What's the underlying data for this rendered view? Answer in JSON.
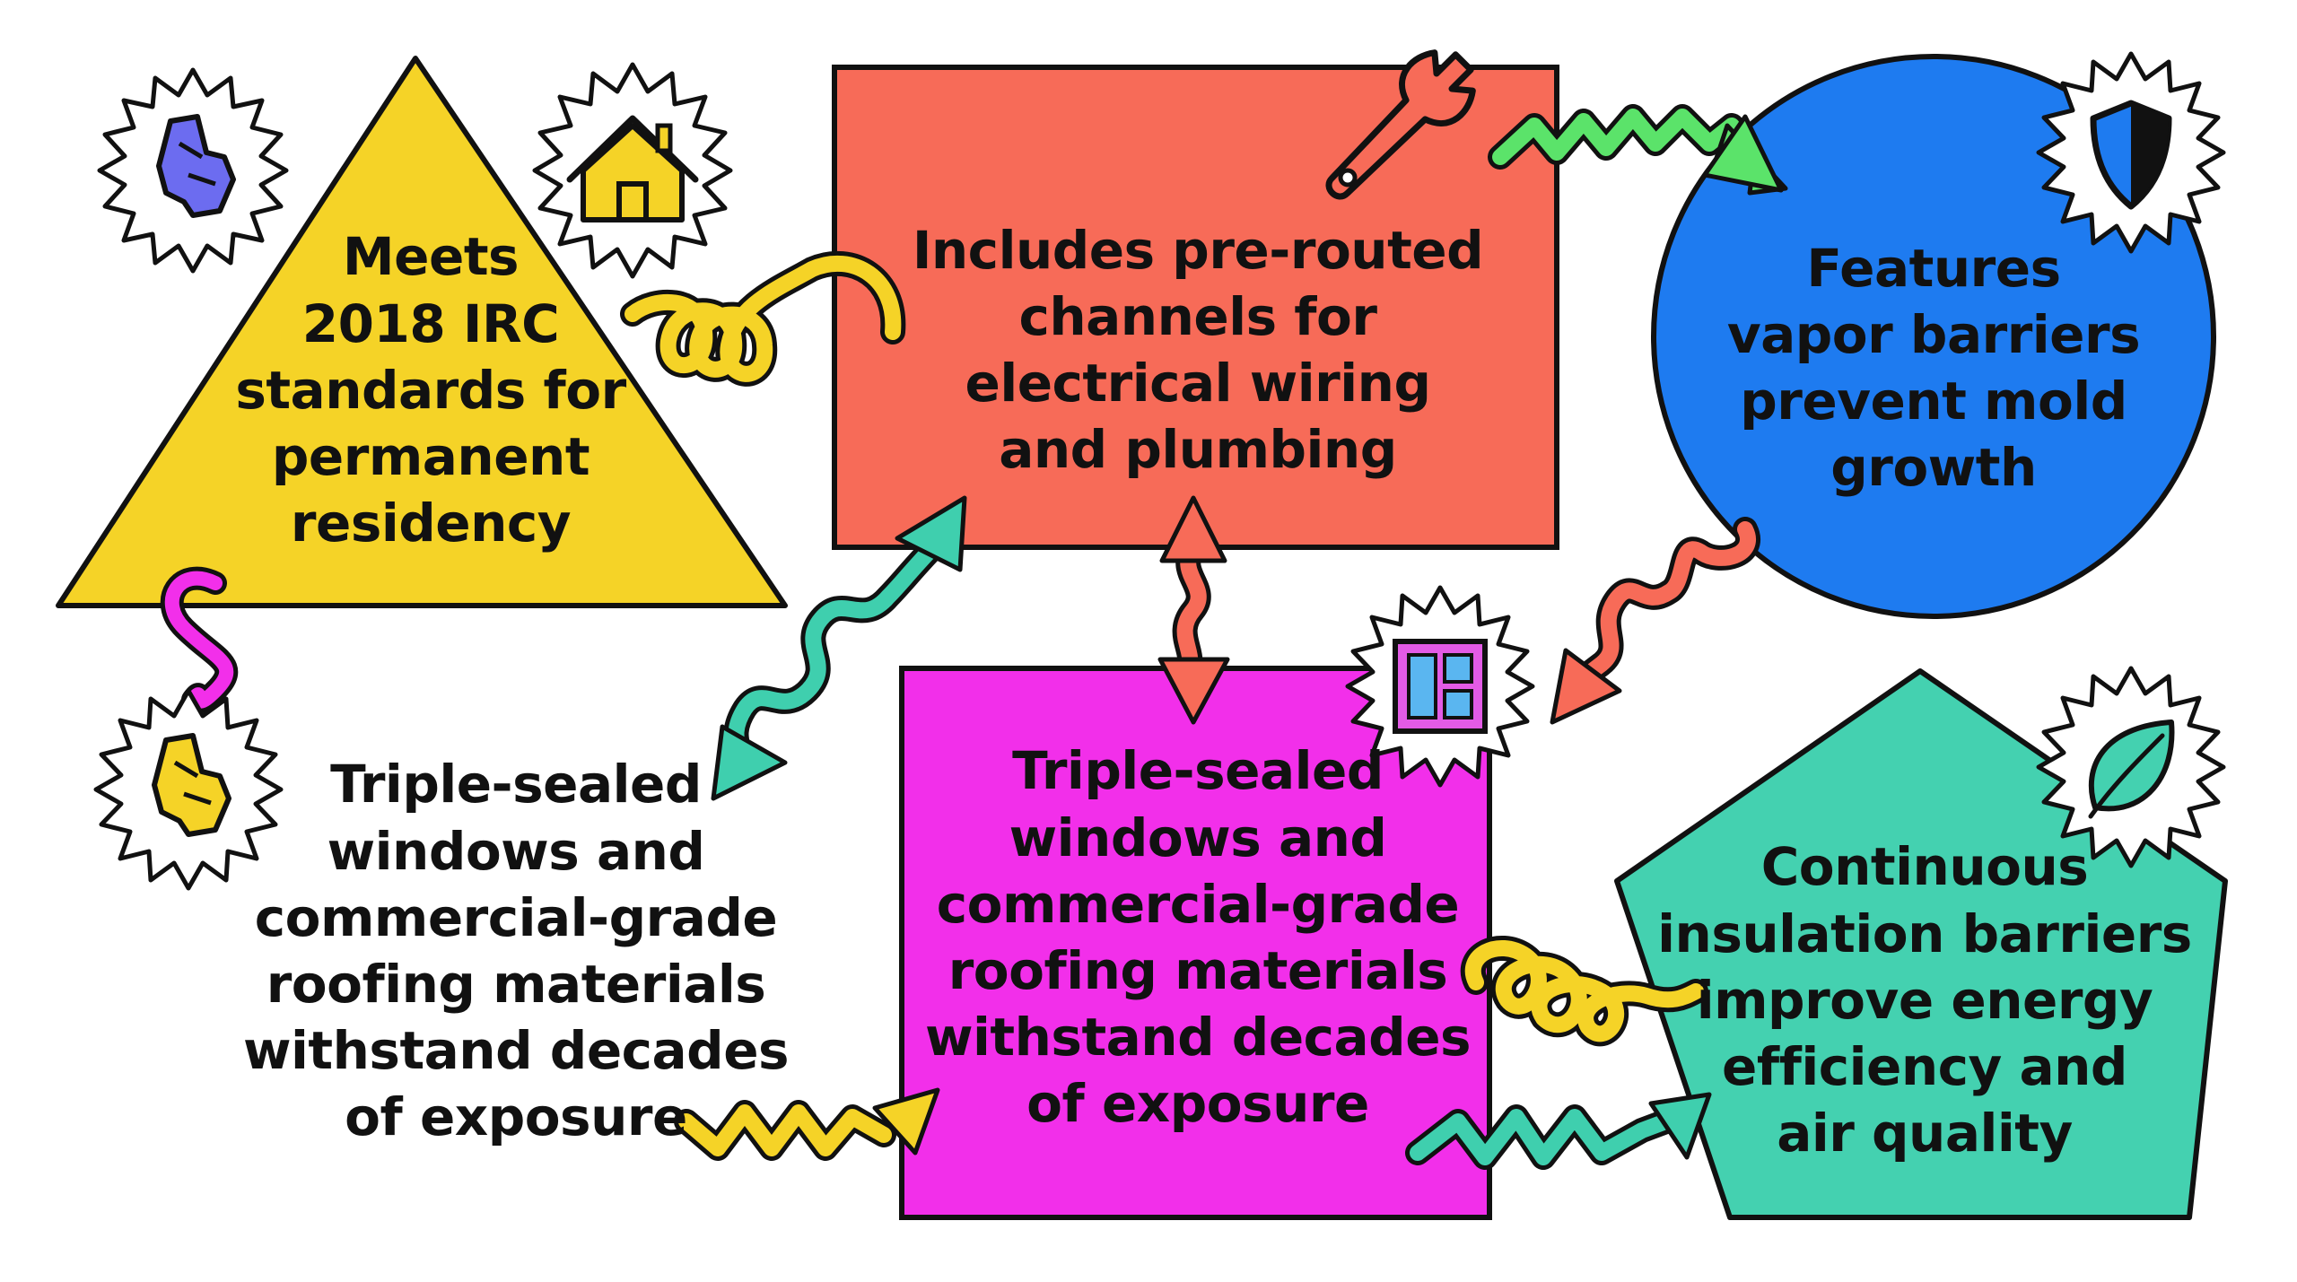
{
  "nodes": {
    "triangle": {
      "text": "Meets\n2018 IRC\nstandards for\npermanent\nresidency",
      "color": "#F5D327"
    },
    "rect": {
      "text": "Includes pre-routed\nchannels for\nelectrical wiring\nand plumbing",
      "color": "#F76B58"
    },
    "circle": {
      "text": "Features\nvapor barriers\nprevent mold\ngrowth",
      "color": "#1E7BF0"
    },
    "free": {
      "text": "Triple-sealed\nwindows and\ncommercial-grade\nroofing materials\nwithstand decades\nof exposure"
    },
    "magenta": {
      "text": "Triple-sealed\nwindows and\ncommercial-grade\nroofing materials\nwithstand decades\nof exposure",
      "color": "#F22FEA"
    },
    "pentagon": {
      "text": "Continuous\ninsulation barriers\nimprove energy\nefficiency and\nair quality",
      "color": "#44D1B0"
    }
  },
  "icons": [
    {
      "name": "boot-icon",
      "color": "#6C6CF0"
    },
    {
      "name": "house-icon",
      "color": "#F5D327"
    },
    {
      "name": "wrench-icon",
      "color": "#F76B58"
    },
    {
      "name": "shield-icon",
      "color": "#1E7BF0"
    },
    {
      "name": "window-icon",
      "color": "#E35BE6"
    },
    {
      "name": "boot-icon",
      "color": "#F5D327"
    },
    {
      "name": "leaf-icon",
      "color": "#44D1B0"
    }
  ],
  "connectors": [
    {
      "name": "coil-connector",
      "color": "#F5D327"
    },
    {
      "name": "squiggle-connector",
      "color": "#F22FEA"
    },
    {
      "name": "zigzag-arrow",
      "color": "#5BE36A"
    },
    {
      "name": "wavy-arrow",
      "color": "#3FCFAE"
    },
    {
      "name": "double-wavy-arrow",
      "color": "#F76B58"
    },
    {
      "name": "wavy-arrow",
      "color": "#F76B58"
    },
    {
      "name": "zigzag-arrow",
      "color": "#F5D327"
    },
    {
      "name": "coil-connector",
      "color": "#F5D327"
    },
    {
      "name": "zigzag-arrow",
      "color": "#3FCFAE"
    }
  ]
}
